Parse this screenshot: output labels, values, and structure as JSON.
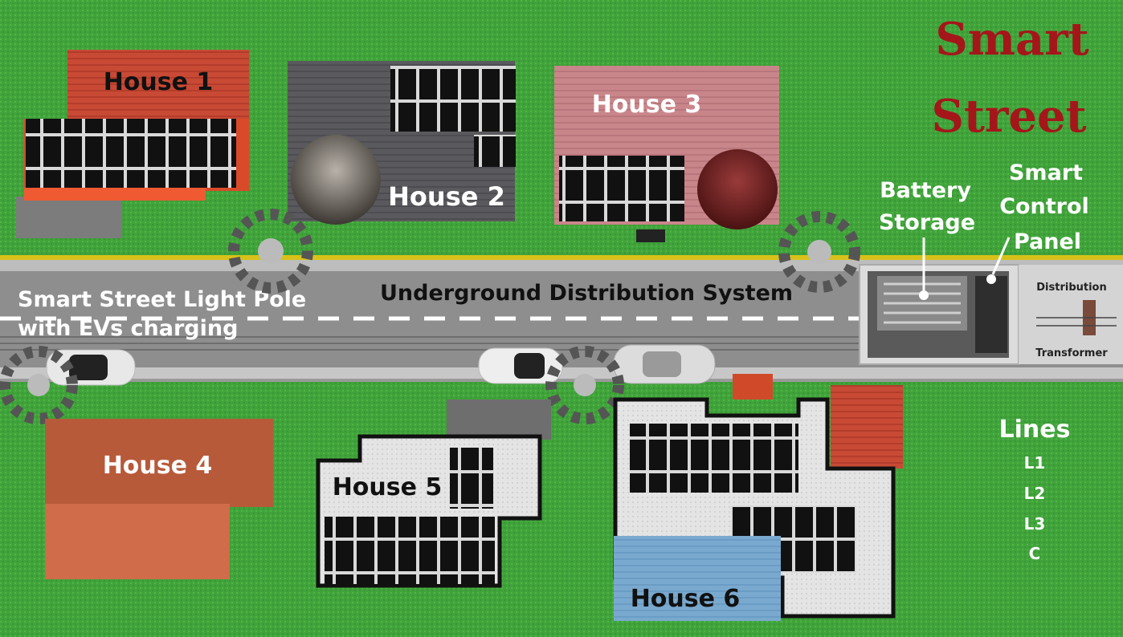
{
  "title": {
    "line1": "Smart",
    "line2": "Street"
  },
  "houses": [
    "House 1",
    "House 2",
    "House 3",
    "House 4",
    "House 5",
    "House 6"
  ],
  "labels": {
    "street_light_line1": "Smart Street Light Pole",
    "street_light_line2": "with EVs charging",
    "distribution_system": "Underground Distribution System",
    "battery_line1": "Battery",
    "battery_line2": "Storage",
    "control_line1": "Smart",
    "control_line2": "Control",
    "control_line3": "Panel",
    "transformer_top": "Distribution",
    "transformer_bottom": "Transformer"
  },
  "legend": {
    "heading": "Lines",
    "items": [
      "L1",
      "L2",
      "L3",
      "C"
    ]
  },
  "colors": {
    "grass": "#3fa33a",
    "road": "#8e8e8e",
    "title_red": "#a4161a",
    "yellow_line": "#d8c21a"
  }
}
